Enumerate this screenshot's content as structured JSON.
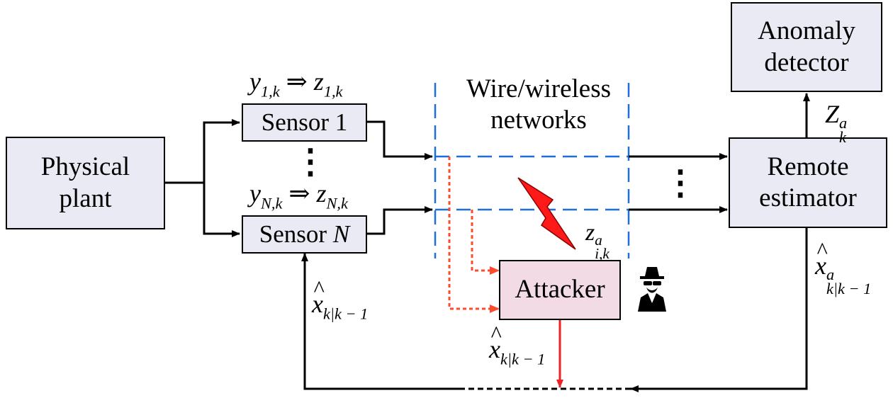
{
  "colors": {
    "block_fill": "#eaeaf5",
    "attacker_fill": "#f2dbe5",
    "network_dash": "#1f6fd6",
    "attack_dash": "#ff4b2b",
    "attack_arrow": "#ee2222",
    "lightning": "#ff1a1a"
  },
  "blocks": {
    "physical_plant": "Physical plant",
    "sensor_1": "Sensor 1",
    "sensor_n_prefix": "Sensor ",
    "sensor_n_var": "N",
    "remote_estimator": "Remote estimator",
    "anomaly_detector": "Anomaly detector",
    "attacker": "Attacker",
    "networks": "Wire/wireless networks"
  },
  "labels": {
    "y1": "y",
    "y1_sub": "1,k",
    "z1": "z",
    "z1_sub": "1,k",
    "yN": "y",
    "yN_sub": "N,k",
    "zN": "z",
    "zN_sub": "N,k",
    "implies": "⇒",
    "z_attack": "z",
    "z_attack_sup": "a",
    "z_attack_sub": "i,k",
    "Z_big": "Z",
    "Z_big_sup": "a",
    "Z_big_sub": "k",
    "xhat": "x",
    "xhat_sub": "k|k − 1",
    "xhat_a": "x",
    "xhat_a_sup": "a",
    "xhat_a_sub": "k|k − 1",
    "ellipsis": "⋮"
  },
  "icons": {
    "attacker_icon": "spy-icon",
    "attack_signal": "lightning-icon"
  }
}
